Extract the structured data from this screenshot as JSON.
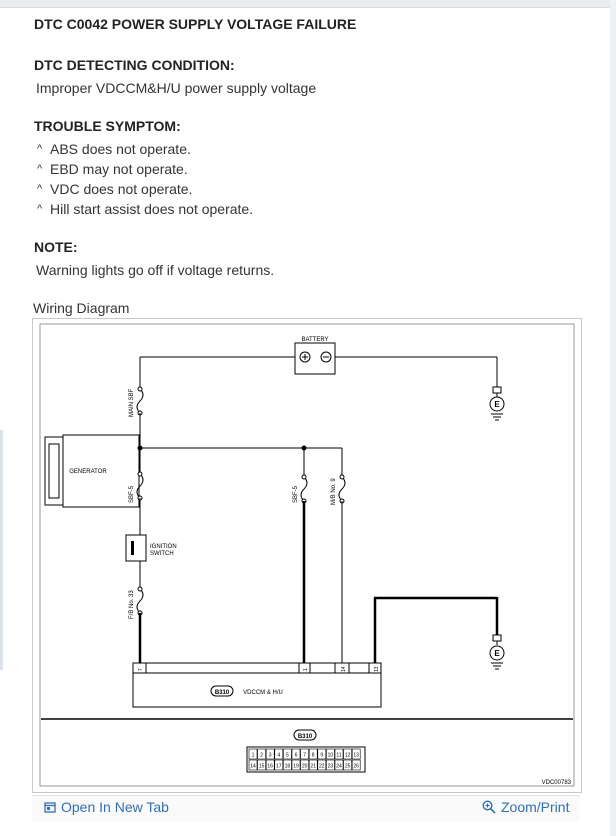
{
  "title": "DTC C0042 POWER SUPPLY VOLTAGE FAILURE",
  "condition": {
    "heading": "DTC DETECTING CONDITION:",
    "text": "Improper VDCCM&H/U power supply voltage"
  },
  "symptom": {
    "heading": "TROUBLE SYMPTOM:",
    "mark": "^",
    "items": [
      "ABS does not operate.",
      "EBD may not operate.",
      "VDC does not operate.",
      "Hill start assist does not operate."
    ]
  },
  "note": {
    "heading": "NOTE:",
    "text": "Warning lights go off if voltage returns."
  },
  "wiring_label": "Wiring Diagram",
  "diagram": {
    "battery": "BATTERY",
    "main_sbf": "MAIN SBF",
    "generator": "GENERATOR",
    "sbf5_left": "SBF-5",
    "ignition": [
      "IGNITION",
      "SWITCH"
    ],
    "fb33": "F/B No. 33",
    "sbf5_right": "SBF-5",
    "mb9": "M/B No. 9",
    "earth": "E",
    "module_connector": "B310",
    "module_name": "VDCCM & H/U",
    "pins": [
      "1",
      "14",
      "13"
    ],
    "pin_left": "7",
    "connector_code": "B310",
    "connector_row1": [
      "1",
      "2",
      "3",
      "4",
      "5",
      "6",
      "7",
      "8",
      "9",
      "10",
      "11",
      "12",
      "13"
    ],
    "connector_row2": [
      "14",
      "15",
      "16",
      "17",
      "18",
      "19",
      "20",
      "21",
      "22",
      "23",
      "24",
      "25",
      "26"
    ],
    "figure_code": "VDC00783"
  },
  "toolbar": {
    "open_tab": "Open In New Tab",
    "zoom": "Zoom/Print"
  },
  "colors": {
    "link": "#2f6fb5",
    "wire": "#000000"
  }
}
